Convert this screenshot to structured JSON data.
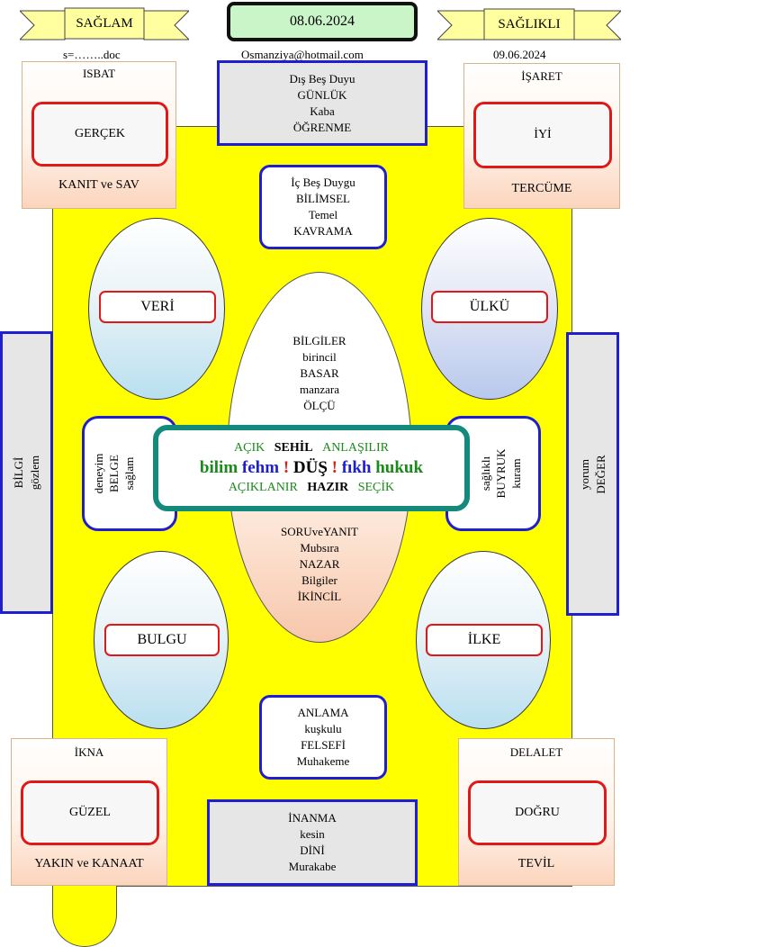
{
  "header": {
    "left_banner": "SAĞLAM",
    "date": "08.06.2024",
    "right_banner": "SAĞLIKLI",
    "file": "s=……..doc",
    "email": "Osmanziya@hotmail.com",
    "date2": "09.06.2024"
  },
  "corners": {
    "top_left": {
      "top": "ISBAT",
      "center": "GERÇEK",
      "bottom": "KANIT  ve SAV"
    },
    "top_right": {
      "top": "İŞARET",
      "center": "İYİ",
      "bottom": "TERCÜME"
    },
    "bottom_left": {
      "top": "İKNA",
      "center": "GÜZEL",
      "bottom": "YAKIN ve KANAAT"
    },
    "bottom_right": {
      "top": "DELALET",
      "center": "DOĞRU",
      "bottom": "TEVİL"
    }
  },
  "top_box": [
    "Dış Beş Duyu",
    "GÜNLÜK",
    "Kaba",
    "ÖĞRENME"
  ],
  "inner_top_box": [
    "İç Beş Duygu",
    "BİLİMSEL",
    "Temel",
    "KAVRAMA"
  ],
  "inner_bottom_box": [
    "ANLAMA",
    "kuşkulu",
    "FELSEFİ",
    "Muhakeme"
  ],
  "bottom_box": [
    "İNANMA",
    "kesin",
    "DİNİ",
    "Murakabe"
  ],
  "ovals": {
    "top_left": "VERİ",
    "top_right": "ÜLKÜ",
    "bottom_left": "BULGU",
    "bottom_right": "İLKE"
  },
  "big_oval_top": [
    "BİLGİLER",
    "birincil",
    "BASAR",
    "manzara",
    "ÖLÇÜ"
  ],
  "big_oval_bottom": [
    "SORUveYANIT",
    "Mubsıra",
    "NAZAR",
    "Bilgiler",
    "İKİNCİL"
  ],
  "left_bar": [
    "BİLGİ",
    "gözlem"
  ],
  "right_bar": [
    "yorum",
    "DEĞER"
  ],
  "left_inner": [
    "deneyim",
    "BELGE",
    "sağlam"
  ],
  "right_inner": [
    "sağlıklı",
    "BUYRUK",
    "kuram"
  ],
  "center": {
    "row1": {
      "a": "AÇIK",
      "b": "SEHİL",
      "c": "ANLAŞILIR"
    },
    "row2": {
      "a": "bilim",
      "b": "fehm",
      "c": "!",
      "d": "DÜŞ",
      "e": "!",
      "f": "fıkh",
      "g": "hukuk"
    },
    "row3": {
      "a": "AÇIKLANIR",
      "b": "HAZIR",
      "c": "SEÇİK"
    }
  },
  "colors": {
    "yellow": "#ffff00",
    "blue_border": "#1f1fd0",
    "red_border": "#e01818",
    "teal": "#138a7c"
  }
}
